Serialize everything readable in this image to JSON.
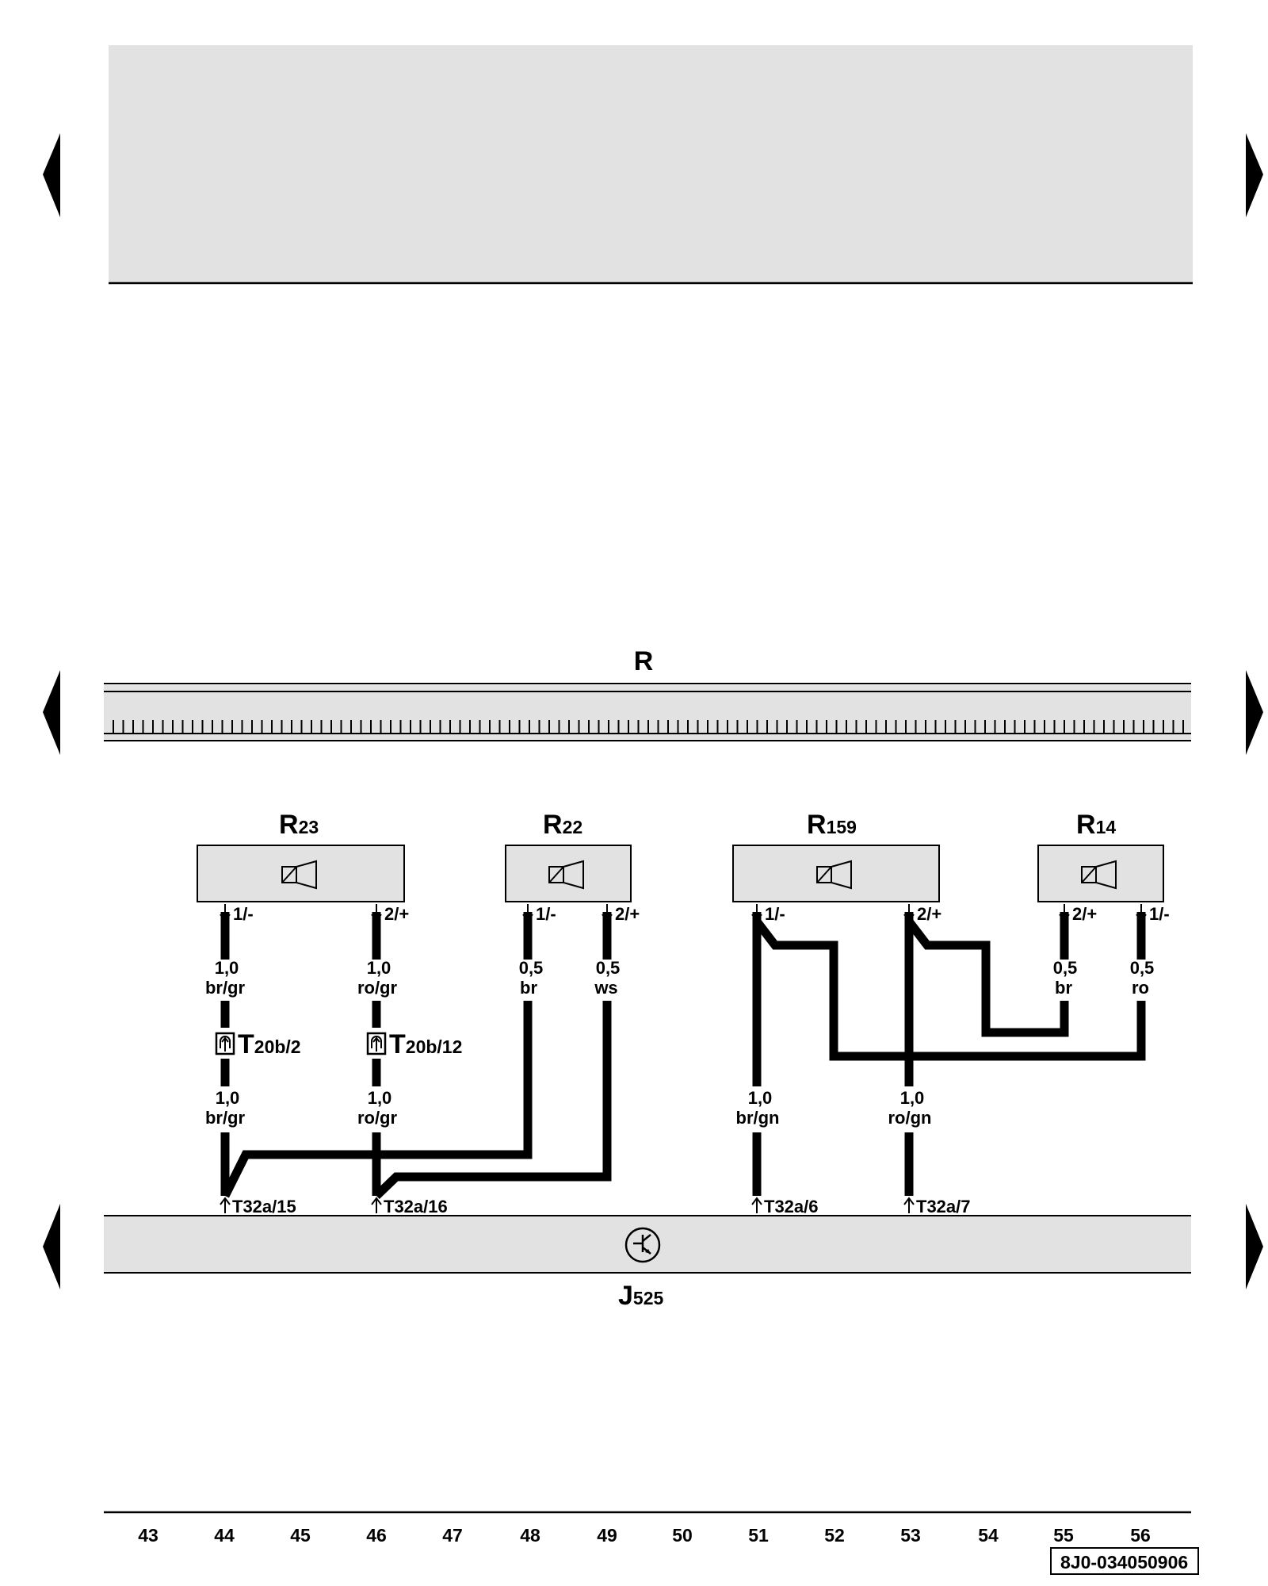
{
  "bus": {
    "label": "R"
  },
  "control_unit": {
    "label": "J",
    "sub": "525"
  },
  "components": [
    {
      "id": "r23",
      "label": "R",
      "sub": "23"
    },
    {
      "id": "r22",
      "label": "R",
      "sub": "22"
    },
    {
      "id": "r159",
      "label": "R",
      "sub": "159"
    },
    {
      "id": "r14",
      "label": "R",
      "sub": "14"
    }
  ],
  "pins_top": [
    {
      "text": "1/-"
    },
    {
      "text": "2/+"
    },
    {
      "text": "1/-"
    },
    {
      "text": "2/+"
    },
    {
      "text": "1/-"
    },
    {
      "text": "2/+"
    },
    {
      "text": "2/+"
    },
    {
      "text": "1/-"
    }
  ],
  "wire_specs": [
    {
      "size": "1,0",
      "color": "br/gr"
    },
    {
      "size": "1,0",
      "color": "ro/gr"
    },
    {
      "size": "0,5",
      "color": "br"
    },
    {
      "size": "0,5",
      "color": "ws"
    },
    {
      "size": "0,5",
      "color": "br"
    },
    {
      "size": "0,5",
      "color": "ro"
    },
    {
      "size": "1,0",
      "color": "br/gr"
    },
    {
      "size": "1,0",
      "color": "ro/gr"
    },
    {
      "size": "1,0",
      "color": "br/gn"
    },
    {
      "size": "1,0",
      "color": "ro/gn"
    }
  ],
  "connectors": [
    {
      "label": "T",
      "sub": "20b/2"
    },
    {
      "label": "T",
      "sub": "20b/12"
    }
  ],
  "pins_bottom": [
    {
      "text": "T32a/15"
    },
    {
      "text": "T32a/16"
    },
    {
      "text": "T32a/6"
    },
    {
      "text": "T32a/7"
    }
  ],
  "column_numbers": [
    "43",
    "44",
    "45",
    "46",
    "47",
    "48",
    "49",
    "50",
    "51",
    "52",
    "53",
    "54",
    "55",
    "56"
  ],
  "doc_id": "8J0-034050906"
}
